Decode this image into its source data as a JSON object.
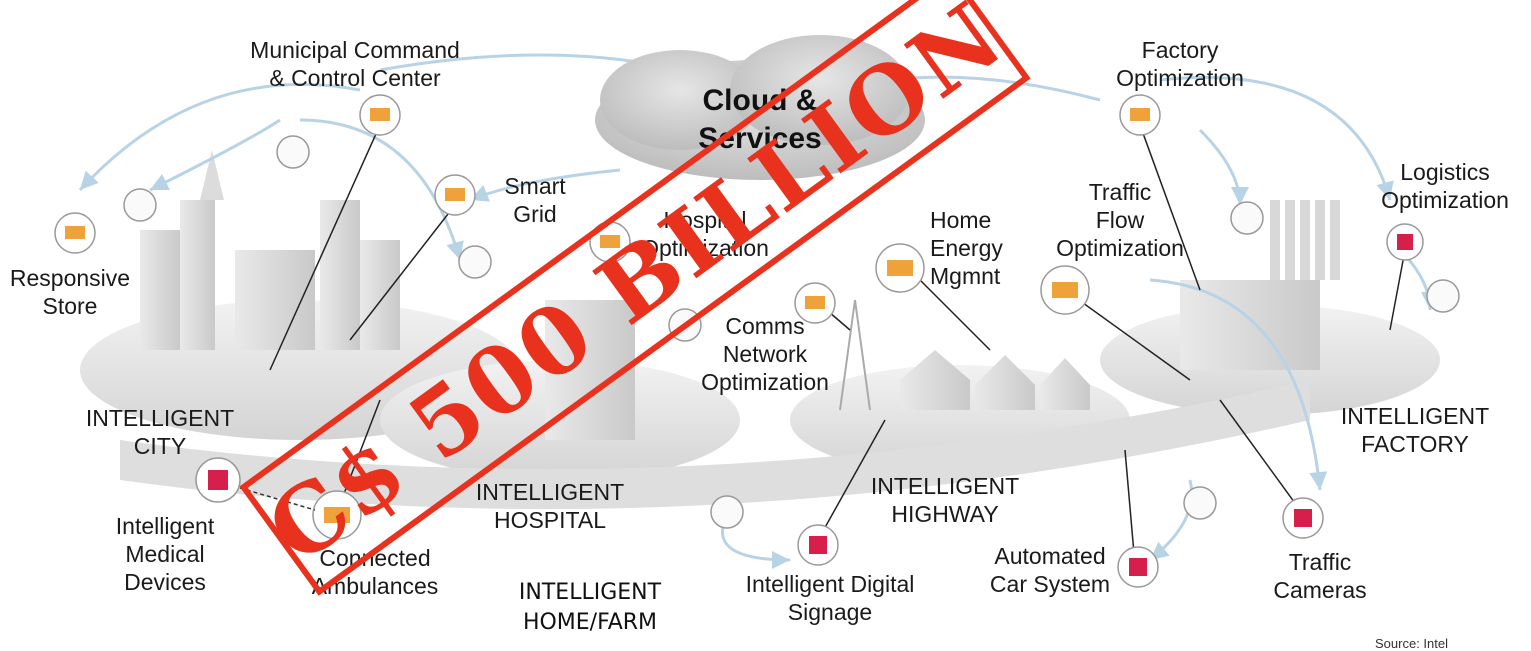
{
  "cloud": {
    "label": "Cloud &\nServices"
  },
  "labels": {
    "municipal": "Municipal Command\n& Control Center",
    "responsive_store": "Responsive\nStore",
    "smart_grid": "Smart\nGrid",
    "hospital_opt": "Hospital\nOptimization",
    "home_energy": "Home\nEnergy\nMgmnt",
    "comms": "Comms\nNetwork\nOptimization",
    "factory_opt": "Factory\nOptimization",
    "traffic_flow": "Traffic\nFlow\nOptimization",
    "logistics": "Logistics\nOptimization",
    "intelligent_city": "INTELLIGENT\nCITY",
    "intelligent_hospital": "INTELLIGENT\nHOSPITAL",
    "intelligent_highway": "INTELLIGENT\nHIGHWAY",
    "intelligent_factory": "INTELLIGENT\nFACTORY",
    "medical_devices": "Intelligent\nMedical\nDevices",
    "ambulances": "Connected\nAmbulances",
    "digital_signage": "Intelligent  Digital\nSignage",
    "car_system": "Automated\nCar System",
    "traffic_cameras": "Traffic\nCameras",
    "home_farm": "INTELLIGENT\nHOME/FARM"
  },
  "stamp": {
    "text": "C$ 500 BILLION",
    "color": "#e8321e"
  },
  "source": "Source: Intel",
  "colors": {
    "cloud_node": "#f0a23a",
    "device_node": "#d6204b",
    "arrow": "#b9d3e6"
  }
}
